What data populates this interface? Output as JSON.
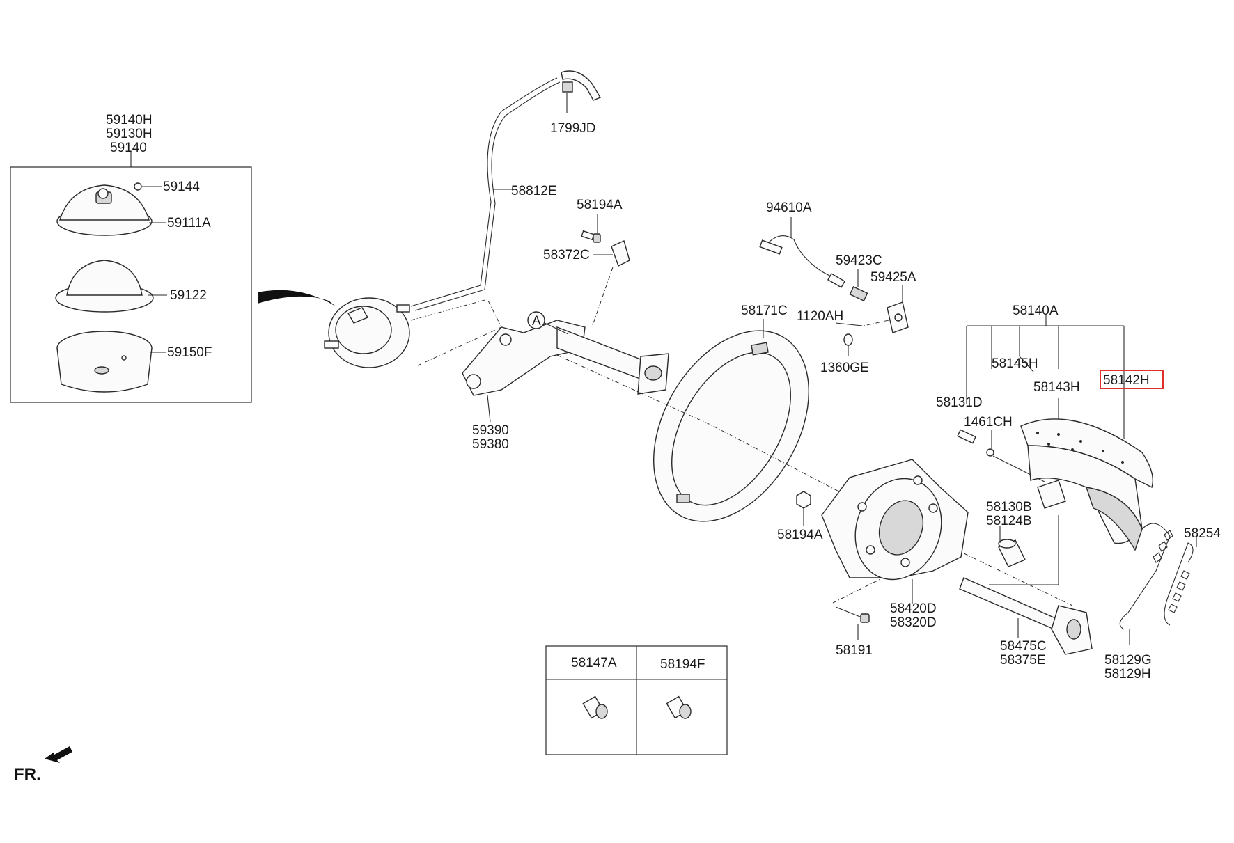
{
  "labels": {
    "l_59140H": "59140H",
    "l_59130H": "59130H",
    "l_59140": "59140",
    "l_59144": "59144",
    "l_59111A": "59111A",
    "l_59122": "59122",
    "l_59150F": "59150F",
    "l_1799JD": "1799JD",
    "l_58812E": "58812E",
    "l_58194A_top": "58194A",
    "l_58372C": "58372C",
    "l_A": "A",
    "l_59390": "59390",
    "l_59380": "59380",
    "l_94610A": "94610A",
    "l_59423C": "59423C",
    "l_59425A": "59425A",
    "l_58171C": "58171C",
    "l_1120AH": "1120AH",
    "l_1360GE": "1360GE",
    "l_58140A": "58140A",
    "l_58145H": "58145H",
    "l_58142H": "58142H",
    "l_58143H": "58143H",
    "l_58131D": "58131D",
    "l_1461CH": "1461CH",
    "l_58130B": "58130B",
    "l_58124B": "58124B",
    "l_58194A_mid": "58194A",
    "l_58254": "58254",
    "l_58420D": "58420D",
    "l_58320D": "58320D",
    "l_58191": "58191",
    "l_58475C": "58475C",
    "l_58375E": "58375E",
    "l_58129G": "58129G",
    "l_58129H": "58129H",
    "l_58147A": "58147A",
    "l_58194F": "58194F",
    "l_FR": "FR."
  },
  "highlight": {
    "part": "58142H",
    "color": "#e0302a"
  },
  "icons": {
    "front_arrow": "front-direction-arrow-icon"
  }
}
